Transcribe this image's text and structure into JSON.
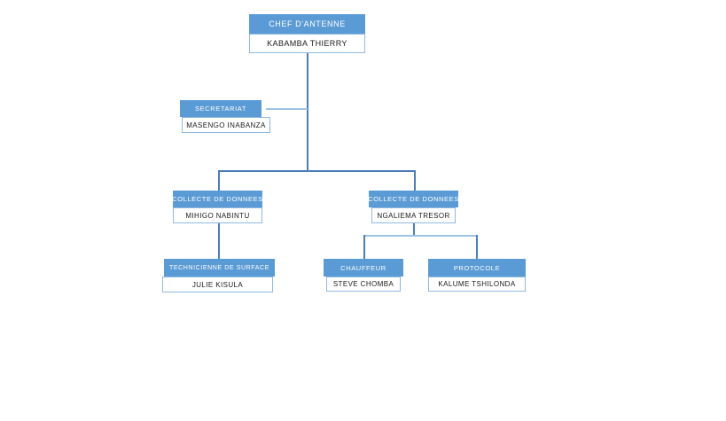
{
  "chart": {
    "type": "org-chart",
    "background": "#ffffff",
    "accent_color": "#5B9BD5",
    "line_color": "#4A7EBB",
    "body_border_color": "#8FB9E0",
    "nodes": [
      {
        "id": "chef-antenne",
        "title": "CHEF D'ANTENNE",
        "name": "KABAMBA THIERRY",
        "level": 0
      },
      {
        "id": "secretariat",
        "title": "SECRETARIAT",
        "name": "MASENGO INABANZA",
        "level": 1
      },
      {
        "id": "collecte-donnees-left",
        "title": "COLLECTE DE DONNEES",
        "name": "MIHIGO NABINTU",
        "level": 2
      },
      {
        "id": "collecte-donnees-right",
        "title": "COLLECTE DE DONNEES",
        "name": "NGALIEMA TRESOR",
        "level": 2
      },
      {
        "id": "technicienne-surface",
        "title": "TECHNICIENNE DE SURFACE",
        "name": "JULIE KISULA",
        "level": 3
      },
      {
        "id": "chauffeur",
        "title": "CHAUFFEUR",
        "name": "STEVE CHOMBA",
        "level": 3
      },
      {
        "id": "protocole",
        "title": "PROTOCOLE",
        "name": "KALUME TSHILONDA",
        "level": 3
      }
    ]
  }
}
